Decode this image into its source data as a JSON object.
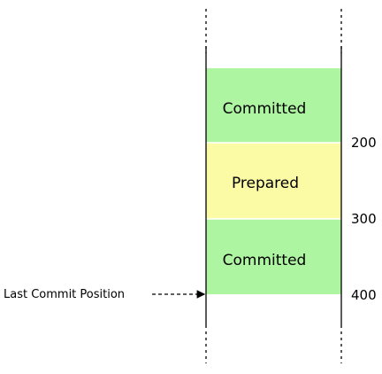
{
  "blocks": [
    {
      "label": "Committed",
      "state": "committed",
      "color": "#aef5a1"
    },
    {
      "label": "Prepared",
      "state": "prepared",
      "color": "#fbfba6"
    },
    {
      "label": "Committed",
      "state": "committed",
      "color": "#aef5a1"
    }
  ],
  "boundaries": [
    "200",
    "300",
    "400"
  ],
  "pointer": {
    "label": "Last Commit Position",
    "target_boundary": "400"
  }
}
